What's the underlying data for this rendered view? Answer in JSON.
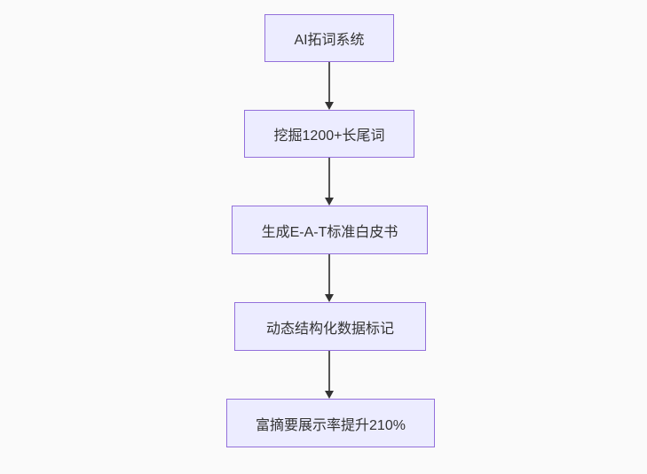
{
  "diagram": {
    "type": "flowchart",
    "direction": "top-down",
    "colors": {
      "background": "#fafafa",
      "node_fill": "#ECECFF",
      "node_border": "#9370DB",
      "text": "#333333",
      "arrow": "#333333"
    },
    "nodes": [
      {
        "id": "n1",
        "label": "AI拓词系统"
      },
      {
        "id": "n2",
        "label": "挖掘1200+长尾词"
      },
      {
        "id": "n3",
        "label": "生成E-A-T标准白皮书"
      },
      {
        "id": "n4",
        "label": "动态结构化数据标记"
      },
      {
        "id": "n5",
        "label": "富摘要展示率提升210%"
      }
    ],
    "edges": [
      {
        "from": "n1",
        "to": "n2"
      },
      {
        "from": "n2",
        "to": "n3"
      },
      {
        "from": "n3",
        "to": "n4"
      },
      {
        "from": "n4",
        "to": "n5"
      }
    ]
  }
}
